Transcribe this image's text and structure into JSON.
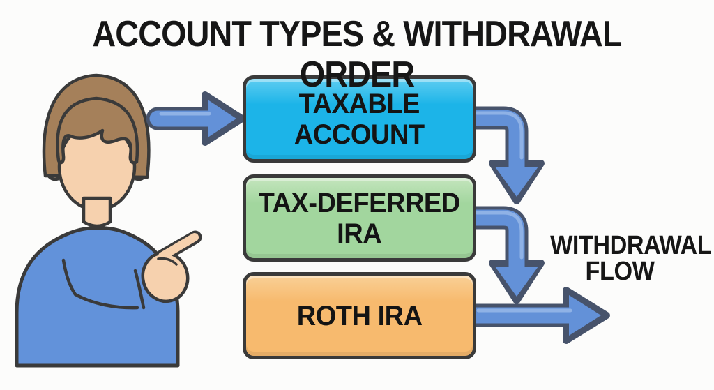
{
  "title": "ACCOUNT TYPES & WITHDRAWAL ORDER",
  "diagram": {
    "boxes": [
      {
        "id": "taxable-account",
        "lines": [
          "TAXABLE",
          "ACCOUNT"
        ]
      },
      {
        "id": "tax-deferred-ira",
        "lines": [
          "TAX-DEFERRED",
          "IRA"
        ]
      },
      {
        "id": "roth-ira",
        "lines": [
          "ROTH IRA",
          ""
        ]
      }
    ],
    "flow_label": {
      "lines": [
        "WITHDRAWAL",
        "FLOW"
      ]
    },
    "withdrawal_order": [
      "TAXABLE ACCOUNT",
      "TAX-DEFERRED IRA",
      "ROTH IRA"
    ]
  },
  "colors": {
    "background": "#fcfcfb",
    "title-text": "#161616",
    "outline-dark": "#3a3a3a",
    "box-blue": "#1cb4e8",
    "box-blue-light": "#5ecdf1",
    "box-green": "#a2d69e",
    "box-green-light": "#c4e5bd",
    "box-orange": "#f7ba6e",
    "box-orange-light": "#f9d096",
    "arrow-blue": "#6391d8",
    "arrow-blue-light": "#8fb2e6",
    "arrow-outline": "#47536b",
    "skin": "#f6d1ae",
    "hair": "#a5805a",
    "sweater": "#6292da"
  }
}
